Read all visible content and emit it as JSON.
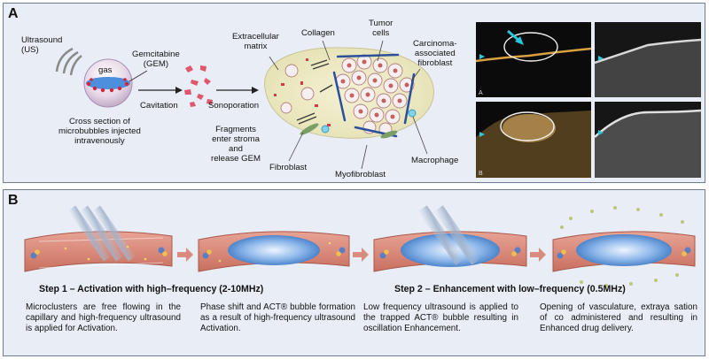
{
  "panelA": {
    "letter": "A",
    "ultrasound": "Ultrasound\n(US)",
    "gas": "gas",
    "gemcitabine": "Gemcitabine\n(GEM)",
    "cross_section": "Cross section of\nmicrobubbles injected\nintravenously",
    "cavitation": "Cavitation",
    "sonoporation": "Sonoporation",
    "fragments": "Fragments\nenter stroma\nand\nrelease GEM",
    "extracellular": "Extracellular\nmatrix",
    "collagen": "Collagen",
    "tumor": "Tumor\ncells",
    "caf": "Carcinoma-\nassociated\nfibroblast",
    "fibroblast": "Fibroblast",
    "myofibroblast": "Myofibroblast",
    "macrophage": "Macrophage",
    "img_a_tag": "A",
    "img_b_tag": "B"
  },
  "panelB": {
    "letter": "B",
    "step1": "Step 1 – Activation with high–frequency (2-10MHz)",
    "step2": "Step 2 – Enhancement with low–frequency (0.5MHz)",
    "desc1": "Microclusters are free flowing in the capillary and high-frequency ultrasound is applied for Activation.",
    "desc2": "Phase shift and ACT® bubble formation as a result of high-frequency ultrasound Activation.",
    "desc3": "Low frequency ultrasound is applied to the trapped ACT® bubble resulting in oscillation Enhancement.",
    "desc4": "Opening of vasculature, extraya sation of co administered and resulting in Enhanced drug delivery."
  },
  "colors": {
    "panel_bg": "#e9eef6",
    "vessel_wall": "#c97a6c",
    "bubble_blue": "#4a86d4",
    "arrow_salmon": "#d98b80",
    "cyan_arrow": "#27c6dc"
  }
}
